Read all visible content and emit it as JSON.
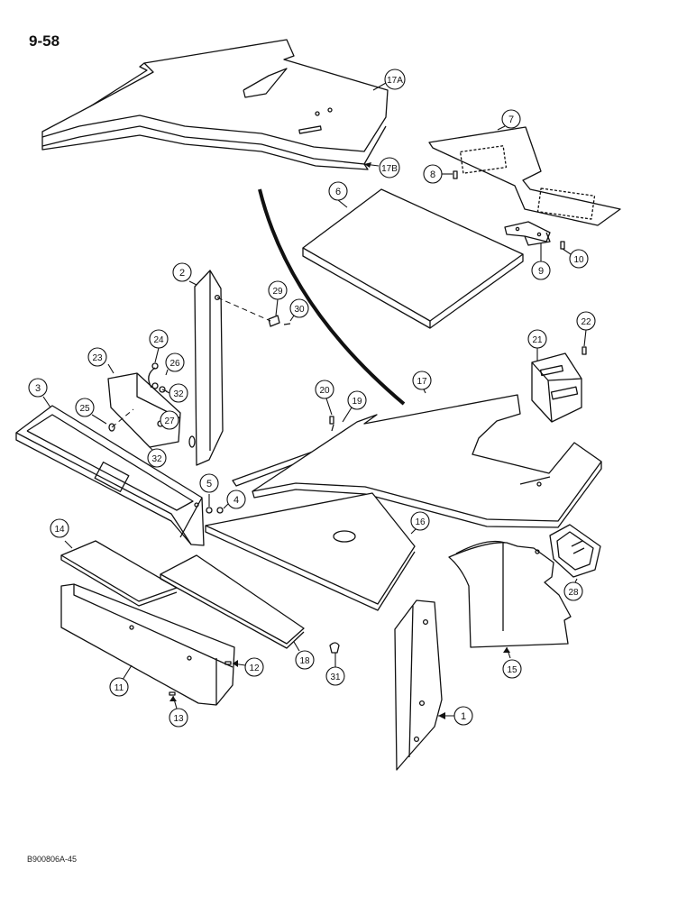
{
  "page_number": "9-58",
  "figure_code": "B900806A-45",
  "callouts": [
    {
      "id": "c17a",
      "label": "17A"
    },
    {
      "id": "c17b",
      "label": "17B"
    },
    {
      "id": "c7",
      "label": "7"
    },
    {
      "id": "c8",
      "label": "8"
    },
    {
      "id": "c6",
      "label": "6"
    },
    {
      "id": "c9",
      "label": "9"
    },
    {
      "id": "c10",
      "label": "10"
    },
    {
      "id": "c2",
      "label": "2"
    },
    {
      "id": "c29",
      "label": "29"
    },
    {
      "id": "c30",
      "label": "30"
    },
    {
      "id": "c22",
      "label": "22"
    },
    {
      "id": "c21",
      "label": "21"
    },
    {
      "id": "c24",
      "label": "24"
    },
    {
      "id": "c23",
      "label": "23"
    },
    {
      "id": "c26",
      "label": "26"
    },
    {
      "id": "c3",
      "label": "3"
    },
    {
      "id": "c25",
      "label": "25"
    },
    {
      "id": "c32a",
      "label": "32"
    },
    {
      "id": "c27",
      "label": "27"
    },
    {
      "id": "c32b",
      "label": "32"
    },
    {
      "id": "c20",
      "label": "20"
    },
    {
      "id": "c19",
      "label": "19"
    },
    {
      "id": "c17",
      "label": "17"
    },
    {
      "id": "c5",
      "label": "5"
    },
    {
      "id": "c4",
      "label": "4"
    },
    {
      "id": "c16",
      "label": "16"
    },
    {
      "id": "c14",
      "label": "14"
    },
    {
      "id": "c28",
      "label": "28"
    },
    {
      "id": "c15",
      "label": "15"
    },
    {
      "id": "c18",
      "label": "18"
    },
    {
      "id": "c12",
      "label": "12"
    },
    {
      "id": "c31",
      "label": "31"
    },
    {
      "id": "c11",
      "label": "11"
    },
    {
      "id": "c13",
      "label": "13"
    },
    {
      "id": "c1",
      "label": "1"
    }
  ]
}
